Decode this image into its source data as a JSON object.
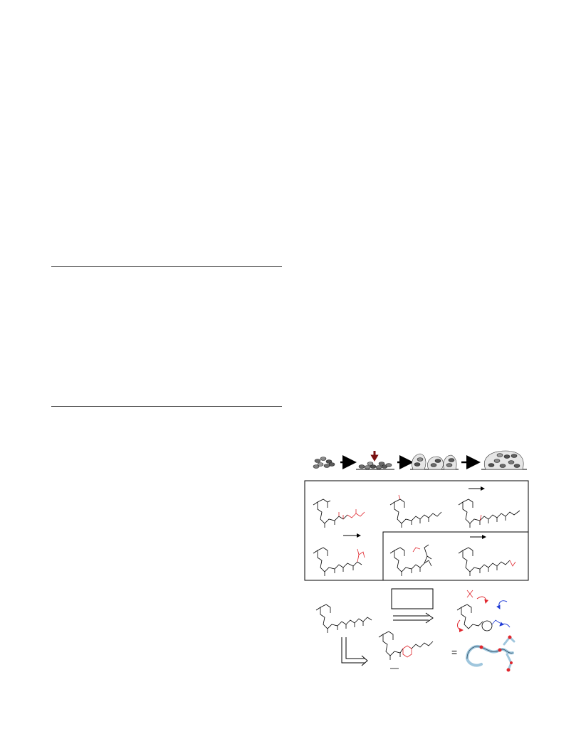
{
  "page": {
    "background": "#ffffff"
  },
  "colors": {
    "ink": "#000000",
    "highlight_red": "#e0262d",
    "highlight_blue": "#1f3bd6",
    "cell_dark": "#505050",
    "cell_mid": "#8a8a8a",
    "rule_gray": "#555555",
    "arrow_darkred": "#7a1010",
    "model_light_blue": "#9fc6dd"
  },
  "figure": {
    "panel_a": {
      "stages": [
        "planktonic-cells",
        "attachment",
        "microcolonies",
        "mature-biofilm"
      ]
    },
    "panel_b": {
      "structures": 6
    },
    "panel_c": {
      "structures": 4,
      "label_box_text": ""
    }
  }
}
